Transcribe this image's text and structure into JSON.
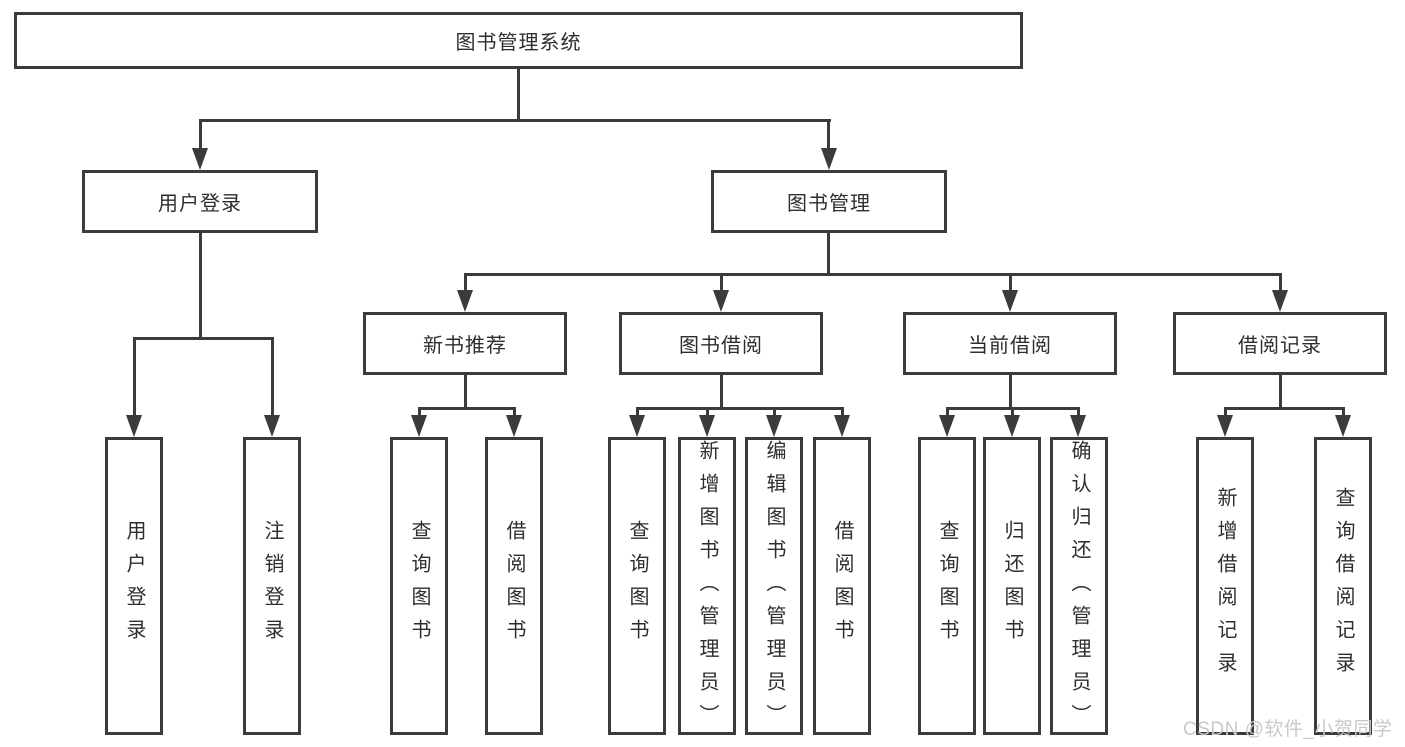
{
  "diagram": {
    "title": "图书管理系统",
    "branches": [
      {
        "label": "用户登录",
        "children": [
          {
            "label": "用户登录"
          },
          {
            "label": "注销登录"
          }
        ]
      },
      {
        "label": "图书管理",
        "groups": [
          {
            "label": "新书推荐",
            "children": [
              {
                "label": "查询图书"
              },
              {
                "label": "借阅图书"
              }
            ]
          },
          {
            "label": "图书借阅",
            "children": [
              {
                "label": "查询图书"
              },
              {
                "label": "新增图书（管理员）"
              },
              {
                "label": "编辑图书（管理员）"
              },
              {
                "label": "借阅图书"
              }
            ]
          },
          {
            "label": "当前借阅",
            "children": [
              {
                "label": "查询图书"
              },
              {
                "label": "归还图书"
              },
              {
                "label": "确认归还（管理员）"
              }
            ]
          },
          {
            "label": "借阅记录",
            "children": [
              {
                "label": "新增借阅记录"
              },
              {
                "label": "查询借阅记录"
              }
            ]
          }
        ]
      }
    ]
  },
  "watermark": {
    "text": "CSDN @软件_小贺同学"
  },
  "colors": {
    "line": "#3b3b3b",
    "text": "#2e2e2e",
    "background": "#ffffff",
    "watermark": "#c9c9c9"
  }
}
